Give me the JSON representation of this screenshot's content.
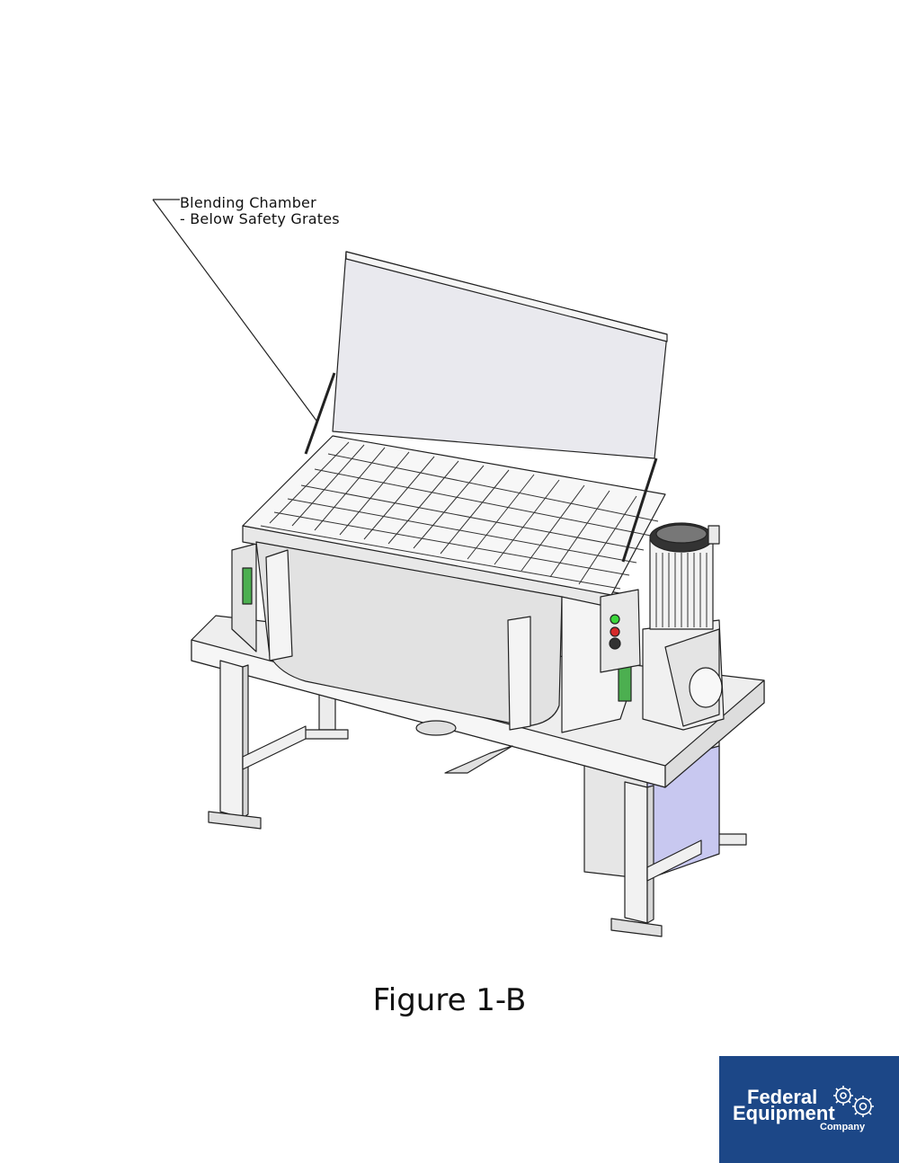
{
  "callout": {
    "line1": "Blending Chamber",
    "line2": "- Below Safety Grates"
  },
  "figure": {
    "caption": "Figure 1-B"
  },
  "logo": {
    "line1": "Federal",
    "line2": "Equipment",
    "line3": "Company",
    "background": "#1c4787"
  },
  "colors": {
    "panel_blue": "#c8c8f0",
    "motor_mount_green": "#4caf50",
    "indicator_green": "#3bd63b",
    "indicator_red": "#d62a2a"
  }
}
